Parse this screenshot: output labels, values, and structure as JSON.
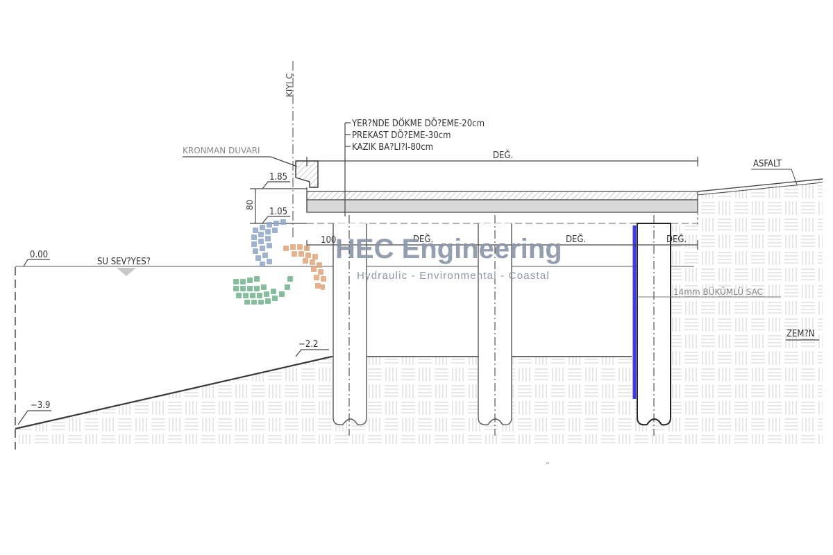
{
  "labels": {
    "kiyi_cizgisi": "KIYI Ç",
    "kronman_duvari": "KRONMAN DUVARI",
    "layer_1": "YER?NDE DÖKME DÖ?EME-20cm",
    "layer_2": "PREKAST DÖ?EME-30cm",
    "layer_3": "KAZIK BA?LI?I-80cm",
    "deck_width": "DEĞ.",
    "asfalt": "ASFALT",
    "level_185": "1.85",
    "level_105": "1.05",
    "dim_80": "80",
    "dim_100": "100",
    "span_1": "DEĞ.",
    "span_2": "DEĞ.",
    "span_3": "DEĞ.",
    "level_000": "0.00",
    "su_seviyesi": "SU SEV?YES?",
    "sheet_pile": "14mm BÜKÜMLÜ SAC",
    "zemin": "ZEM?N",
    "level_m22": "−2.2",
    "level_m39": "−3.9",
    "footer_mark": "¨"
  },
  "logo": {
    "title": "HEC Engineering",
    "subtitle": "Hydraulic - Environmental - Coastal"
  },
  "colors": {
    "line": "#3a3a3a",
    "sheet_pile": "#3b3bf0",
    "hatch": "#c8c8c8",
    "slab_fill": "#d9d9d9",
    "logo_text": "#8a96a8",
    "logo_orange": "#e0a57a",
    "logo_green": "#6fb38a",
    "logo_blue": "#8fa6c8"
  }
}
